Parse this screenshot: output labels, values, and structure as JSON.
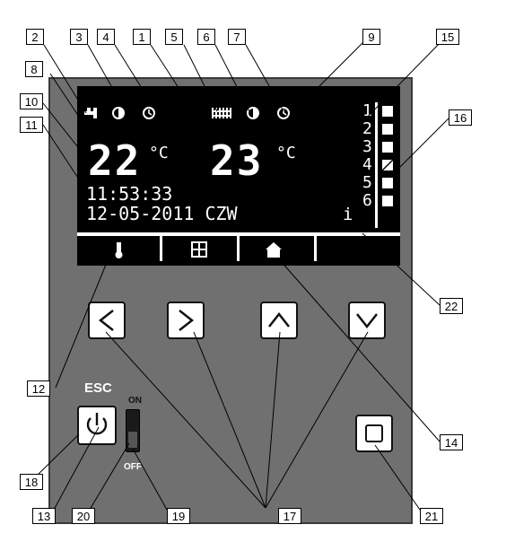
{
  "display": {
    "temp_left": "22",
    "temp_right": "23",
    "unit": "°C",
    "time": "11:53:33",
    "date": "12-05-2011 CZW",
    "info_glyph": "i",
    "row_numbers": [
      "1",
      "2",
      "3",
      "4",
      "5",
      "6"
    ],
    "row_states": [
      false,
      false,
      false,
      true,
      false,
      false
    ],
    "top_icons_left": [
      "tap-icon",
      "half-sun-icon",
      "clock-icon"
    ],
    "top_icons_right": [
      "radiator-icon",
      "half-sun-icon",
      "clock-icon"
    ],
    "tab_icons": [
      "thermometer-icon",
      "grid-icon",
      "house-icon",
      ""
    ]
  },
  "controls": {
    "buttons": [
      "left-arrow",
      "right-arrow",
      "up-arrow",
      "down-arrow"
    ],
    "esc_label": "ESC",
    "switch_on": "ON",
    "switch_off": "OFF"
  },
  "callouts": {
    "n1": "1",
    "n2": "2",
    "n3": "3",
    "n4": "4",
    "n5": "5",
    "n6": "6",
    "n7": "7",
    "n8": "8",
    "n9": "9",
    "n10": "10",
    "n11": "11",
    "n12": "12",
    "n13": "13",
    "n14": "14",
    "n15": "15",
    "n16": "16",
    "n17": "17",
    "n18": "18",
    "n19": "19",
    "n20": "20",
    "n21": "21",
    "n22": "22"
  },
  "colors": {
    "panel": "#707070",
    "lcd": "#000000",
    "text": "#ffffff"
  }
}
